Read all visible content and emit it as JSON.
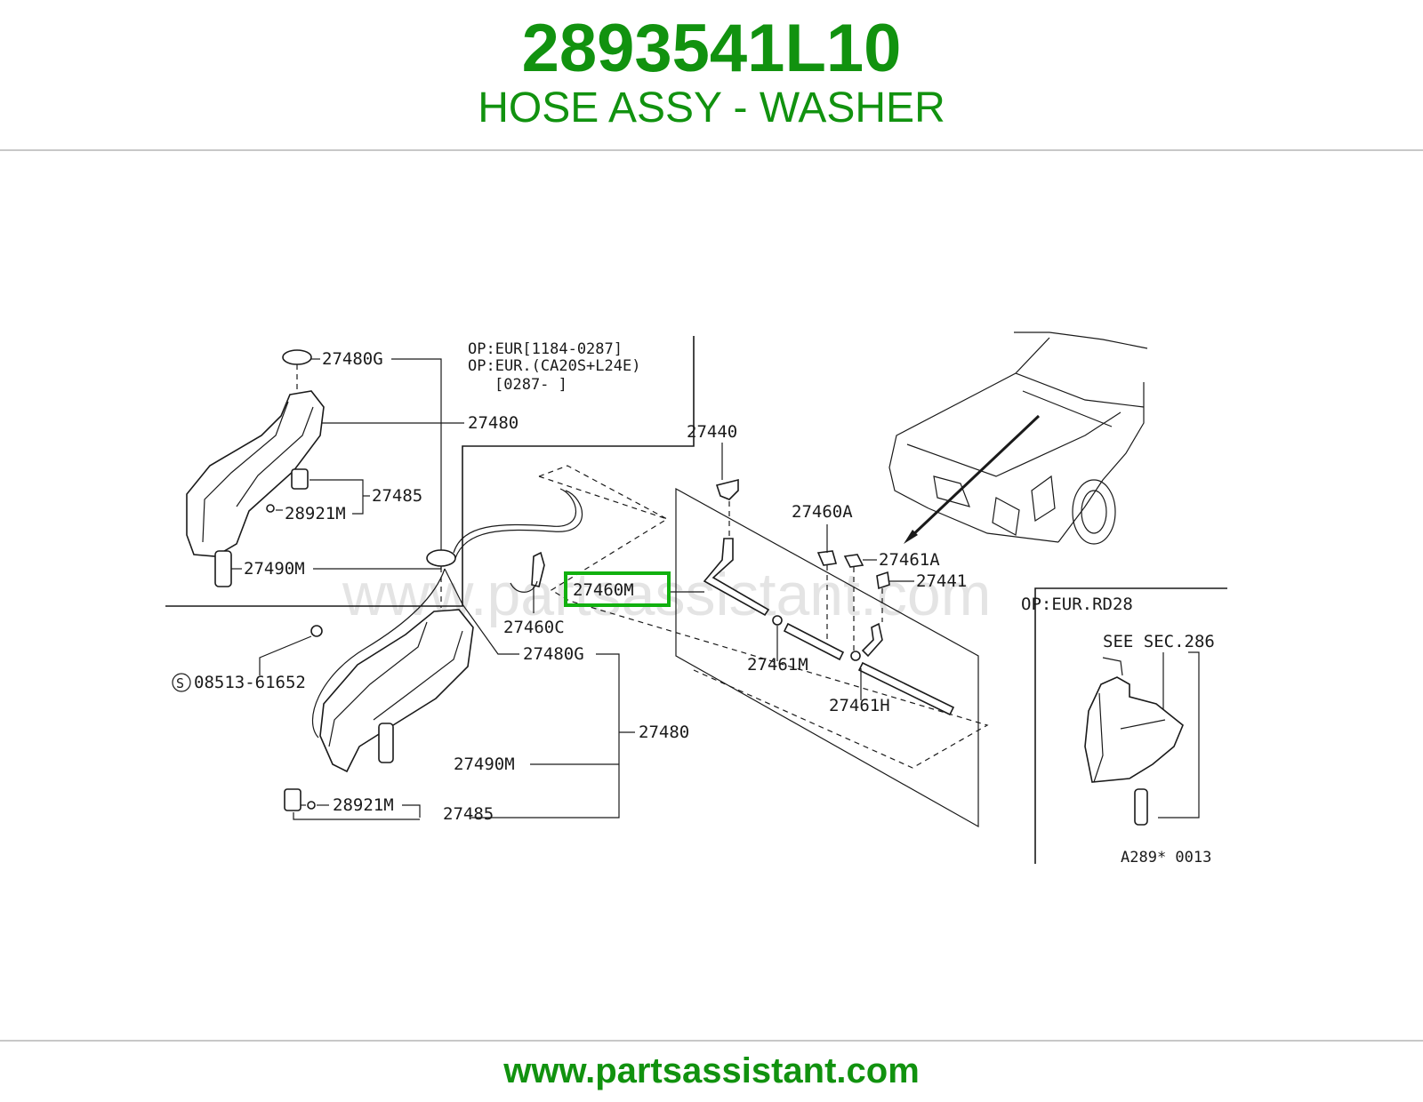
{
  "header": {
    "part_number": "2893541L10",
    "part_name": "HOSE ASSY - WASHER"
  },
  "footer": {
    "url": "www.partsassistant.com"
  },
  "colors": {
    "brand_green": "#11920f",
    "highlight_green": "#11b00f"
  },
  "diagram": {
    "watermark": "www.partsassistant.com",
    "note_lines": [
      "OP:EUR[1184-0287]",
      "OP:EUR.(CA20S+L24E)",
      "[0287-    ]"
    ],
    "inset_title": "OP:EUR.RD28",
    "inset_ref": "SEE SEC.286",
    "figure_code": "A289* 0013",
    "labels": {
      "l_27480g_top": "27480G",
      "l_27480_top": "27480",
      "l_27485_top": "27485",
      "l_28921m_top": "28921M",
      "l_27490m_top": "27490M",
      "l_27440": "27440",
      "l_27460a": "27460A",
      "l_27461a": "27461A",
      "l_27441": "27441",
      "l_27460m": "27460M",
      "l_27460c": "27460C",
      "l_27461m": "27461M",
      "l_27461h": "27461H",
      "l_bolt": "08513-61652",
      "l_27480g_bot": "27480G",
      "l_27480_bot": "27480",
      "l_27490m_bot": "27490M",
      "l_28921m_bot": "28921M",
      "l_27485_bot": "27485"
    },
    "highlighted_part": "27460M"
  }
}
